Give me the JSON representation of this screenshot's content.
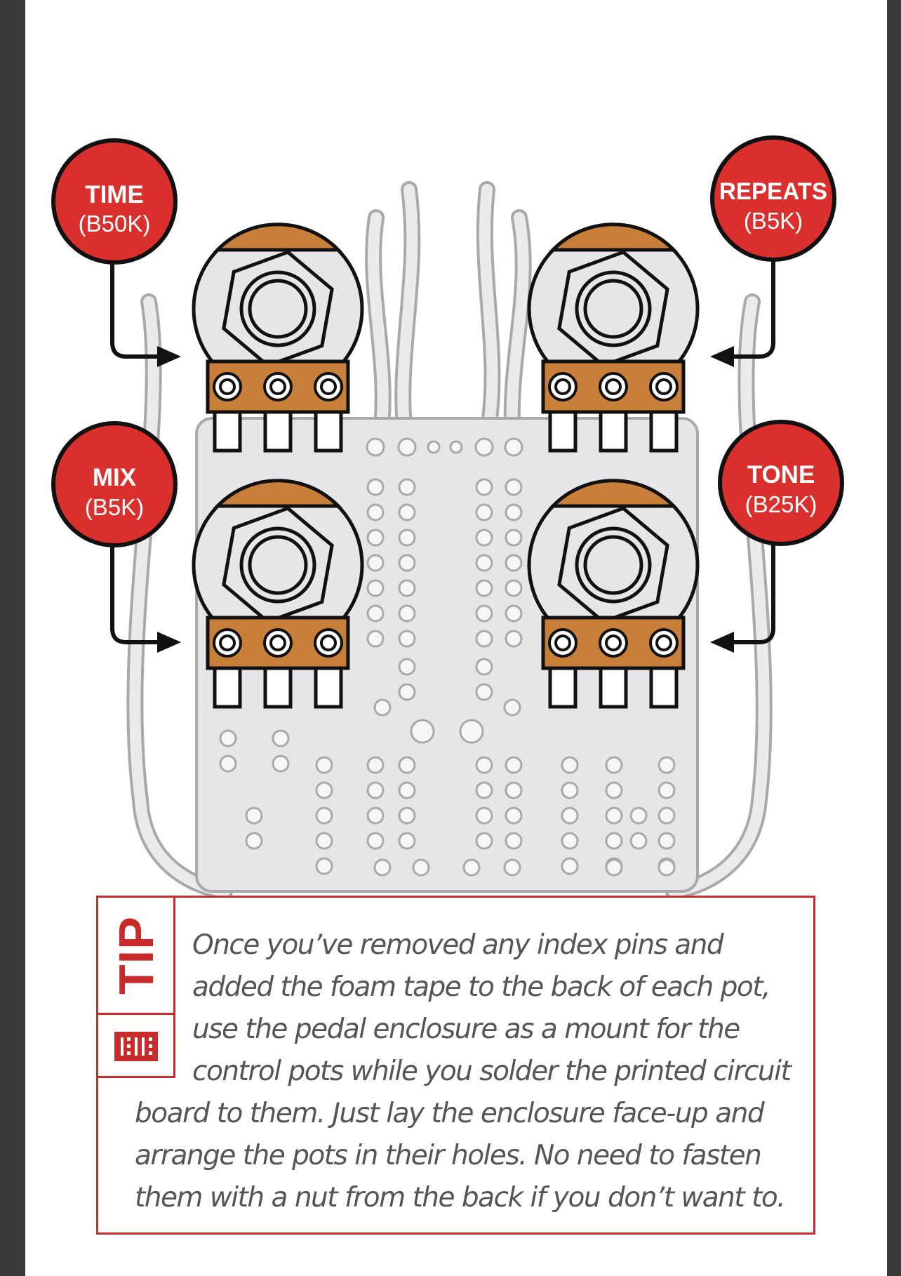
{
  "diagram": {
    "callouts": [
      {
        "name": "time",
        "title": "TIME",
        "value": "(B50K)"
      },
      {
        "name": "repeats",
        "title": "REPEATS",
        "value": "(B5K)"
      },
      {
        "name": "mix",
        "title": "MIX",
        "value": "(B5K)"
      },
      {
        "name": "tone",
        "title": "TONE",
        "value": "(B25K)"
      }
    ]
  },
  "tip": {
    "label": "TIP",
    "text": "Once you’ve removed any index pins and added the foam tape to the back of each pot, use the pedal enclosure as a mount for the control pots while you solder the printed circuit board to them. Just lay the enclosure face-up and arrange the pots in their holes. No need to fasten them with a nut from the back if you don’t want to."
  },
  "colors": {
    "accent_red": "#d9302e",
    "pot_orange": "#c87f3a",
    "board_gray": "#e6e6e8",
    "frame_dark": "#3a3a3c"
  }
}
